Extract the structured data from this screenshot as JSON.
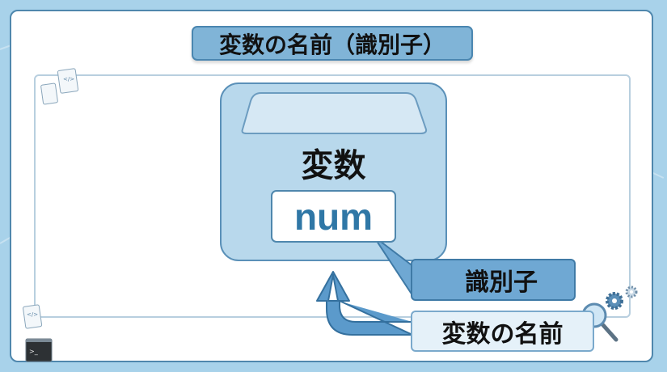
{
  "title": "変数の名前（識別子）",
  "variable_box": {
    "label": "変数",
    "identifier": "num"
  },
  "callout": {
    "label": "識別子"
  },
  "name_label": "変数の名前",
  "icons": [
    "code-file-icon",
    "terminal-icon",
    "magnifier-icon",
    "gear-icon"
  ],
  "colors": {
    "background": "#a8d2ea",
    "title_fill": "#80b4d7",
    "box_fill": "#b8d8ec",
    "callout_fill": "#6fa8d3",
    "identifier_text": "#2f77a6"
  }
}
